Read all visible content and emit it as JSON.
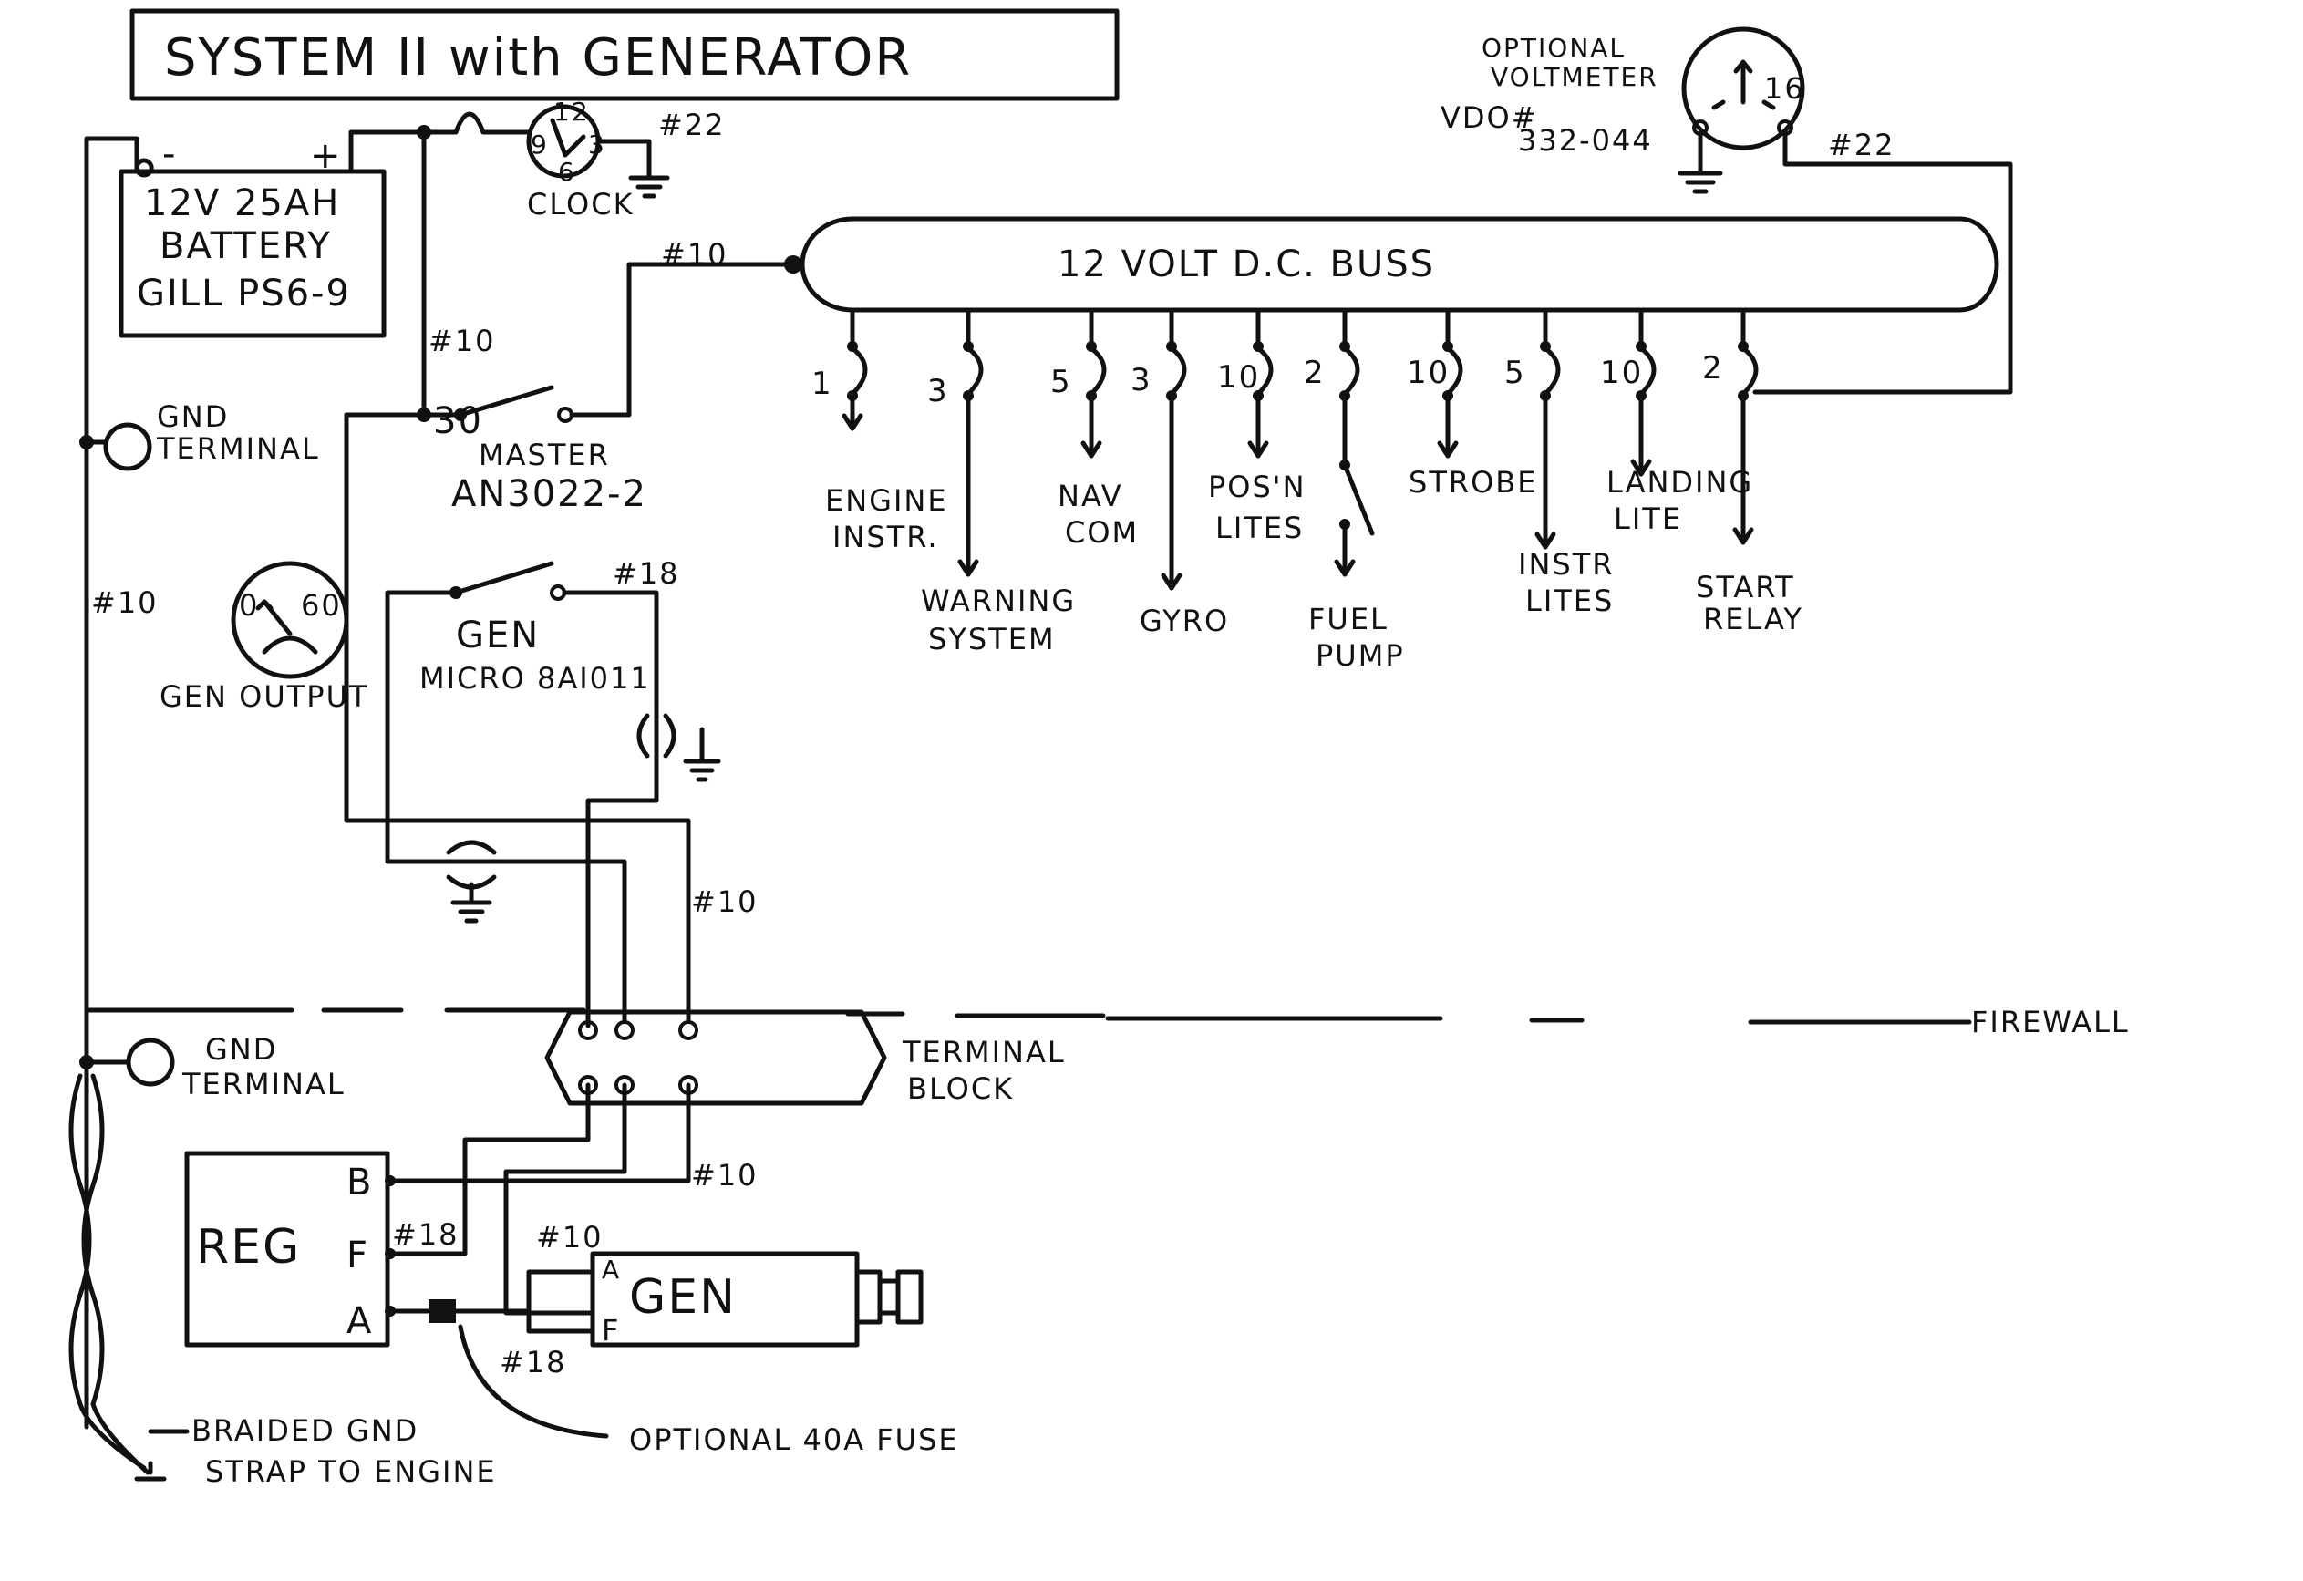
{
  "title": "SYSTEM II with GENERATOR",
  "battery": {
    "minus": "-",
    "plus": "+",
    "line1": "12V 25AH",
    "line2": "BATTERY",
    "line3": "GILL PS6-9"
  },
  "clock": {
    "label": "CLOCK",
    "n12": "12",
    "n3": "3",
    "n6": "6",
    "n9": "9",
    "wire": "#22"
  },
  "voltmeter": {
    "line1": "OPTIONAL",
    "line2": "VOLTMETER",
    "vdo1": "VDO#",
    "vdo2": "332-044",
    "pin": "16",
    "wire": "#22"
  },
  "buss": {
    "label": "12 VOLT D.C. BUSS",
    "feed_wire": "#10"
  },
  "breakers": [
    {
      "amps": "1",
      "label1": "ENGINE",
      "label2": "INSTR."
    },
    {
      "amps": "3",
      "label1": "WARNING",
      "label2": "SYSTEM"
    },
    {
      "amps": "5",
      "label1": "NAV",
      "label2": "COM"
    },
    {
      "amps": "3",
      "label1": "GYRO",
      "label2": ""
    },
    {
      "amps": "10",
      "label1": "POS'N",
      "label2": "LITES"
    },
    {
      "amps": "2",
      "label1": "FUEL",
      "label2": "PUMP"
    },
    {
      "amps": "10",
      "label1": "STROBE",
      "label2": ""
    },
    {
      "amps": "5",
      "label1": "INSTR",
      "label2": "LITES"
    },
    {
      "amps": "10",
      "label1": "LANDING",
      "label2": "LITE"
    },
    {
      "amps": "2",
      "label1": "START",
      "label2": "RELAY"
    }
  ],
  "master": {
    "amps": "30",
    "label1": "MASTER",
    "label2": "AN3022-2",
    "wire": "#10"
  },
  "gnd_terminal_top": {
    "line1": "GND",
    "line2": "TERMINAL"
  },
  "gnd_terminal_bottom": {
    "line1": "GND",
    "line2": "TERMINAL"
  },
  "left_wire": "#10",
  "gen_output": {
    "lo": "0",
    "hi": "60",
    "label": "GEN OUTPUT"
  },
  "gen_switch": {
    "label1": "GEN",
    "label2": "MICRO 8AI011",
    "wire": "#18"
  },
  "wire_10_mid": "#10",
  "firewall": "FIREWALL",
  "terminal_block": {
    "line1": "TERMINAL",
    "line2": "BLOCK"
  },
  "regulator": {
    "label": "REG",
    "b": "B",
    "f": "F",
    "a": "A",
    "wire_f": "#18"
  },
  "generator": {
    "label": "GEN",
    "a": "A",
    "f": "F",
    "wire_a": "#10",
    "wire_f": "#18",
    "wire_b": "#10"
  },
  "fuse_note": "OPTIONAL 40A FUSE",
  "strap": {
    "line1": "BRAIDED GND",
    "line2": "STRAP TO ENGINE"
  }
}
